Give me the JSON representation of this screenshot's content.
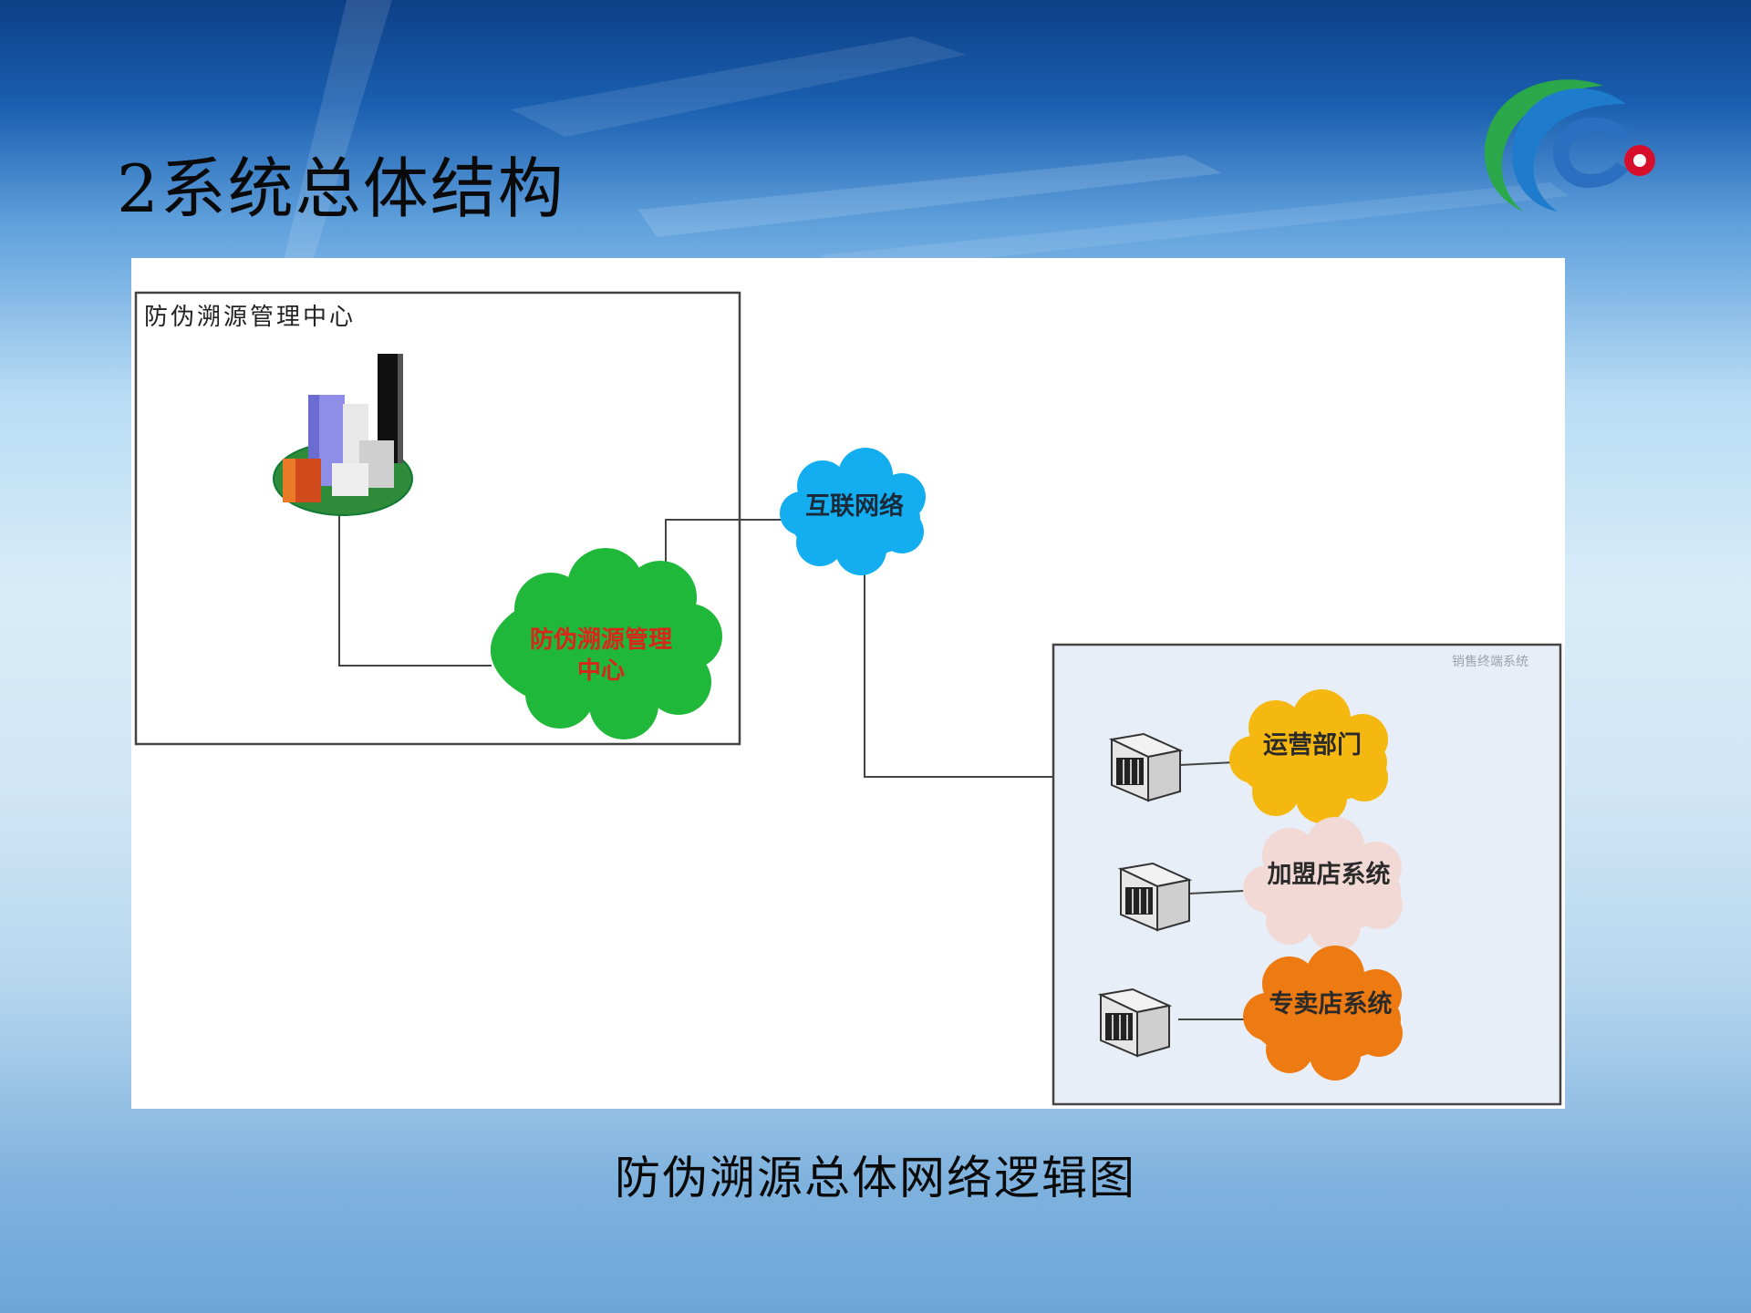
{
  "slide": {
    "title": "2系统总体结构",
    "caption": "防伪溯源总体网络逻辑图"
  },
  "diagram": {
    "center_box_label": "防伪溯源管理中心",
    "center_cloud_label_line1": "防伪溯源管理",
    "center_cloud_label_line2": "中心",
    "internet_label": "互联网络",
    "terminal_box_label": "销售终端系统",
    "nodes": [
      {
        "label": "运营部门",
        "color": "#f5b810"
      },
      {
        "label": "加盟店系统",
        "color": "#f2d9d6"
      },
      {
        "label": "专卖店系统",
        "color": "#ee7a12"
      }
    ],
    "colors": {
      "green_cloud": "#1fb83a",
      "blue_cloud": "#12aef0",
      "green_cloud_text": "#d8261c",
      "terminal_box_bg": "#e8eef8"
    }
  }
}
